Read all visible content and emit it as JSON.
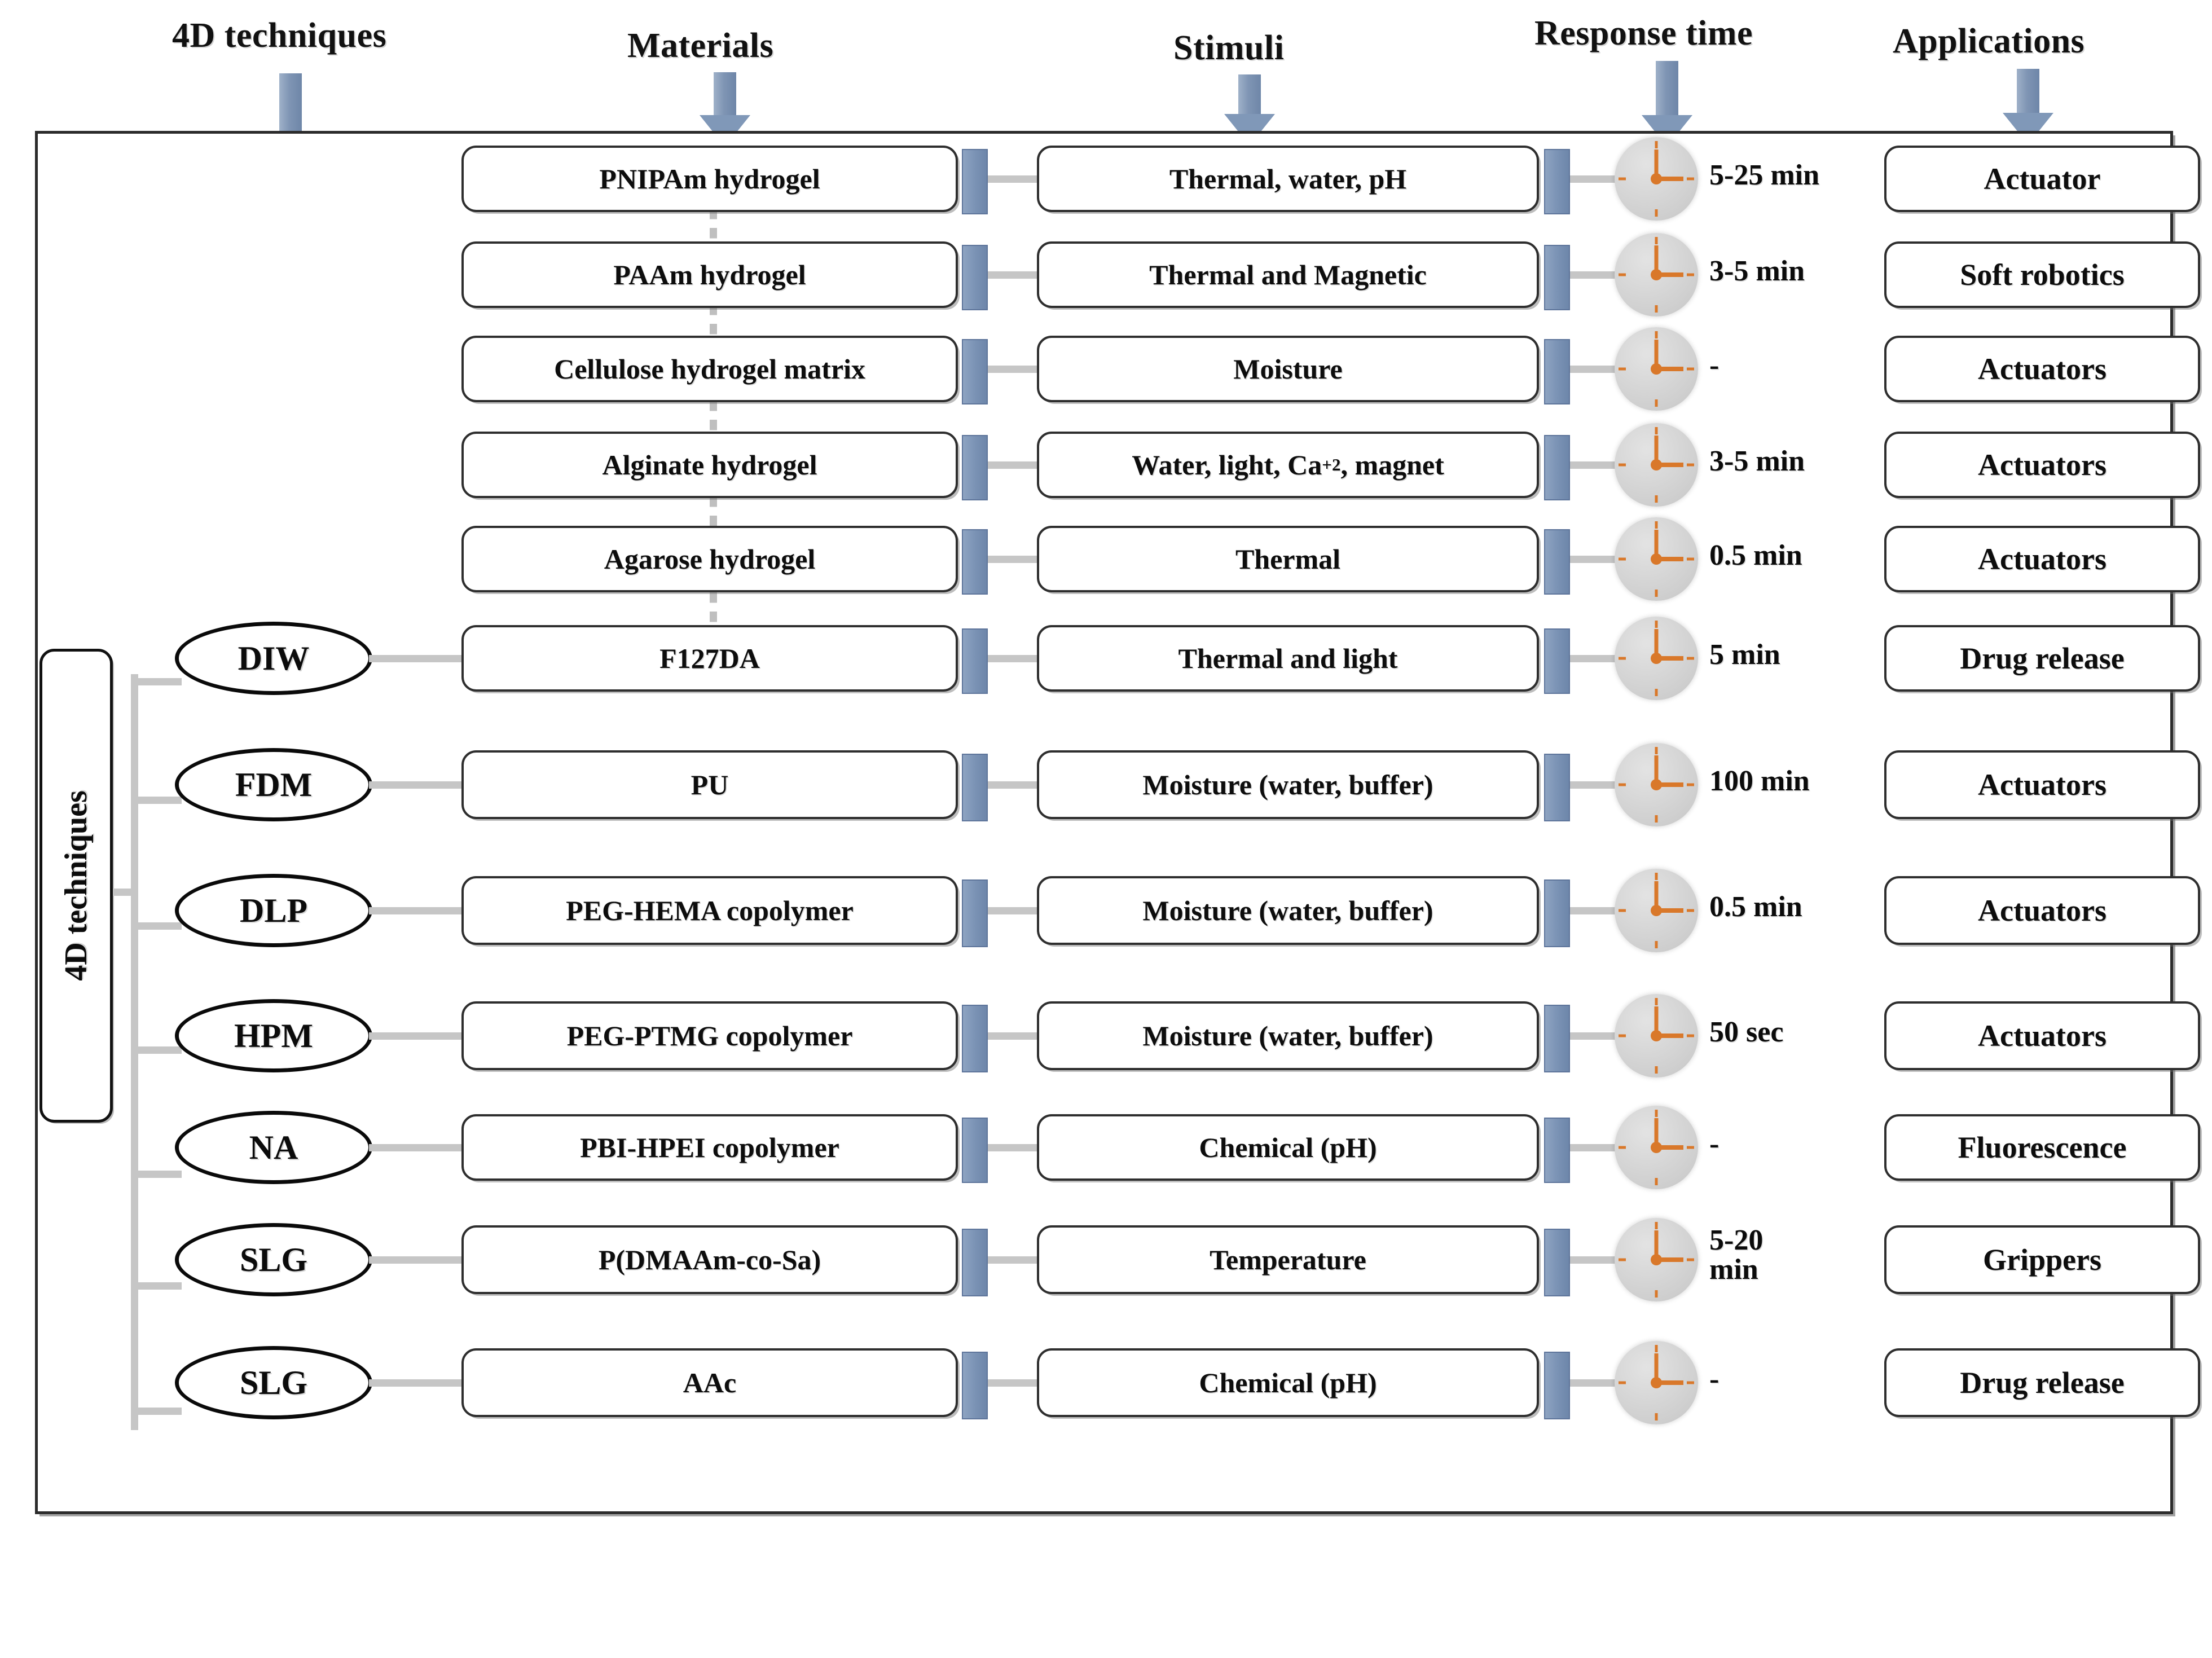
{
  "diagram": {
    "title_left_label": "4D techniques",
    "headers": [
      {
        "name": "4D techniques",
        "label": "4D techniques"
      },
      {
        "name": "Materials",
        "label": "Materials"
      },
      {
        "name": "Stimuli",
        "label": "Stimuli"
      },
      {
        "name": "Response time",
        "label": "Response time"
      },
      {
        "name": "Applications",
        "label": "Applications"
      }
    ],
    "colors": {
      "arrow_blue": "#7f95b4",
      "tab_blue": "#7b93b5",
      "clock_face": "#cfcfcf",
      "clock_hands": "#d9782a",
      "connector_grey": "#c6c6c6",
      "box_border": "#2e2e2e",
      "text": "#0d0d0d"
    },
    "icons": {
      "clock": "clock-icon",
      "down_arrow": "down-arrow-icon",
      "technique_node": "ellipse-node"
    },
    "rows": [
      {
        "technique": "",
        "material": "PNIPAm hydrogel",
        "stimuli": "Thermal, water, pH",
        "response_time": "5-25 min",
        "application": "Actuator"
      },
      {
        "technique": "",
        "material": "PAAm hydrogel",
        "stimuli": "Thermal and Magnetic",
        "response_time": "3-5 min",
        "application": "Soft robotics"
      },
      {
        "technique": "",
        "material": "Cellulose hydrogel matrix",
        "stimuli": "Moisture",
        "response_time": "-",
        "application": "Actuators"
      },
      {
        "technique": "",
        "material": "Alginate hydrogel",
        "stimuli": "Water, light, Ca+2, magnet",
        "response_time": "3-5 min",
        "application": "Actuators"
      },
      {
        "technique": "",
        "material": "Agarose hydrogel",
        "stimuli": "Thermal",
        "response_time": "0.5 min",
        "application": "Actuators"
      },
      {
        "technique": "DIW",
        "material": "F127DA",
        "stimuli": "Thermal and light",
        "response_time": "5 min",
        "application": "Drug release"
      },
      {
        "technique": "FDM",
        "material": "PU",
        "stimuli": "Moisture (water, buffer)",
        "response_time": "100 min",
        "application": "Actuators"
      },
      {
        "technique": "DLP",
        "material": "PEG-HEMA copolymer",
        "stimuli": "Moisture (water, buffer)",
        "response_time": "0.5 min",
        "application": "Actuators"
      },
      {
        "technique": "HPM",
        "material": "PEG-PTMG copolymer",
        "stimuli": "Moisture (water, buffer)",
        "response_time": "50 sec",
        "application": "Actuators"
      },
      {
        "technique": "NA",
        "material": "PBI-HPEI copolymer",
        "stimuli": "Chemical (pH)",
        "response_time": "-",
        "application": "Fluorescence"
      },
      {
        "technique": "SLG",
        "material": "P(DMAAm-co-Sa)",
        "stimuli": "Temperature",
        "response_time": "5-20\nmin",
        "application": "Grippers"
      },
      {
        "technique": "SLG",
        "material": "AAc",
        "stimuli": "Chemical (pH)",
        "response_time": "-",
        "application": "Drug release"
      }
    ]
  }
}
